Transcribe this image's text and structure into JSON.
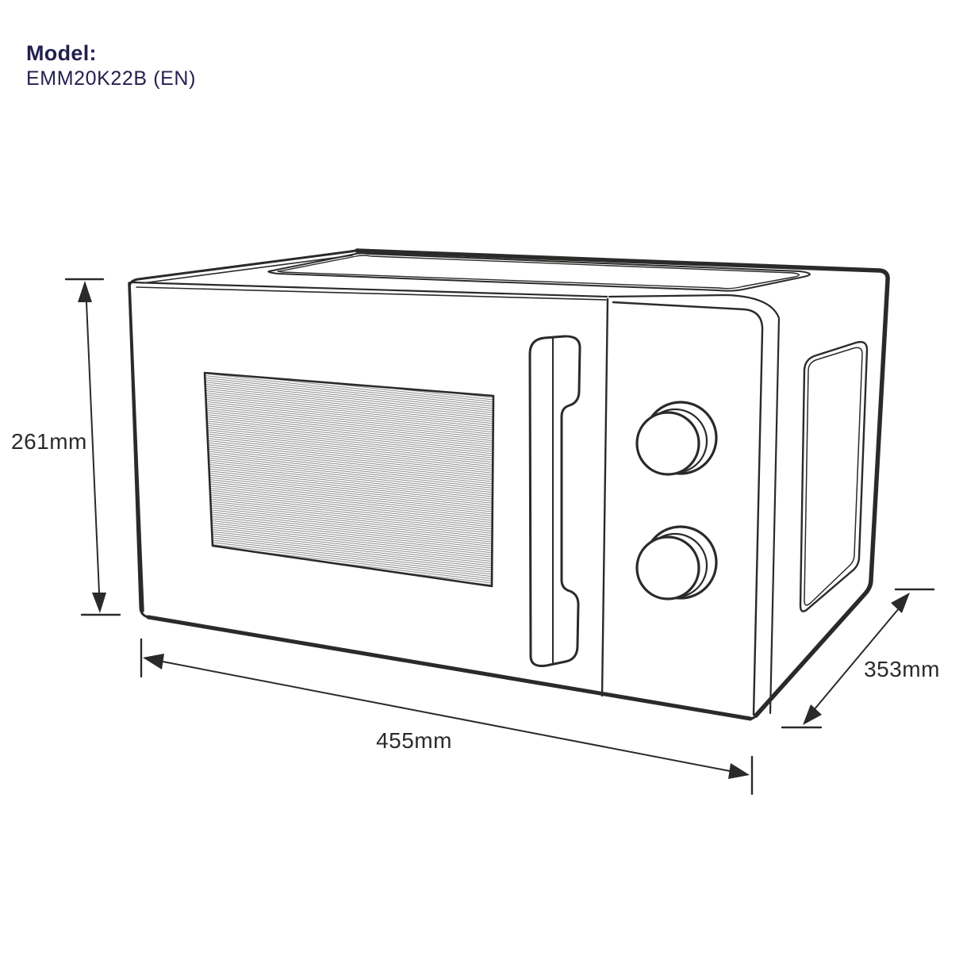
{
  "page": {
    "background": "#ffffff"
  },
  "header": {
    "model_label": "Model:",
    "model_value": "EMM20K22B (EN)",
    "text_color": "#221f4e"
  },
  "diagram": {
    "subject": "microwave-oven-isometric-line-drawing",
    "line_color": "#2b2a29",
    "hatch_color": "#757575",
    "features": [
      "top-inset-panel",
      "door-window",
      "door-handle",
      "control-panel",
      "knob-top",
      "knob-bottom",
      "side-recess"
    ],
    "dimensions": {
      "height_label": "261mm",
      "width_label": "455mm",
      "depth_label": "353mm"
    }
  }
}
